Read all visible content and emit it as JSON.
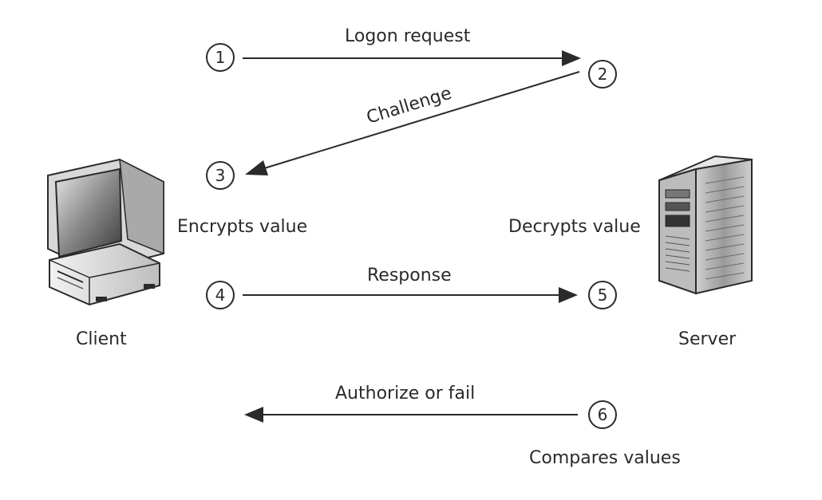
{
  "nodes": {
    "client_label": "Client",
    "server_label": "Server"
  },
  "steps": [
    {
      "number": "1"
    },
    {
      "number": "2"
    },
    {
      "number": "3",
      "note": "Encrypts value"
    },
    {
      "number": "4"
    },
    {
      "number": "5",
      "note": "Decrypts value"
    },
    {
      "number": "6",
      "note": "Compares values"
    }
  ],
  "messages": {
    "logon_request": "Logon request",
    "challenge": "Challenge",
    "response": "Response",
    "authorize_or_fail": "Authorize or fail"
  },
  "icons": {
    "client": "desktop-computer-icon",
    "server": "server-tower-icon"
  },
  "colors": {
    "ink": "#2a2a2a"
  }
}
